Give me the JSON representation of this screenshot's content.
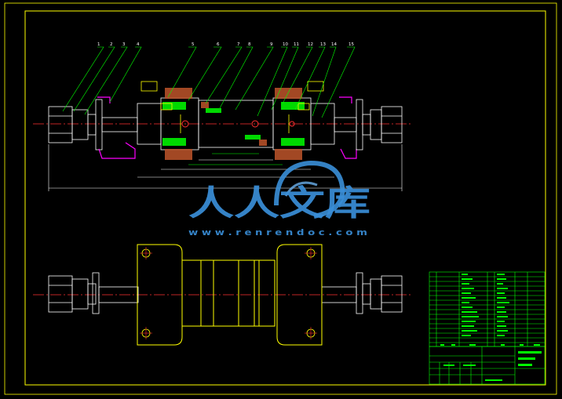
{
  "drawing": {
    "part_numbers": [
      "1",
      "2",
      "3",
      "4",
      "5",
      "6",
      "7",
      "8",
      "9",
      "10",
      "11",
      "12",
      "13",
      "14",
      "15"
    ]
  },
  "watermark": {
    "brand_text": "人人文库",
    "url_text": "w w w . r e n r e n d o c . c o m"
  },
  "colors": {
    "background": "#000000",
    "border": "#ffff00",
    "yellow": "#ffff00",
    "green": "#00ff00",
    "white": "#ffffff",
    "magenta": "#ff00ff",
    "red": "#ff3030",
    "brown": "#b45028",
    "watermark_blue": "#3a8fd8"
  }
}
